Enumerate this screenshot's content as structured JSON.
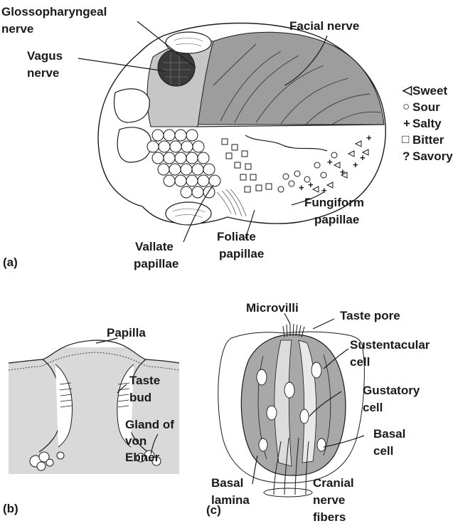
{
  "panels": {
    "a": "(a)",
    "b": "(b)",
    "c": "(c)"
  },
  "tongue_labels": {
    "glossopharyngeal": [
      "Glossopharyngeal",
      "nerve"
    ],
    "vagus": [
      "Vagus",
      "nerve"
    ],
    "facial": "Facial nerve",
    "vallate": [
      "Vallate",
      "papillae"
    ],
    "foliate": [
      "Foliate",
      "papillae"
    ],
    "fungiform": [
      "Fungiform",
      "papillae"
    ]
  },
  "legend": [
    {
      "symbol": "triangle",
      "glyph": "◁",
      "label": "Sweet"
    },
    {
      "symbol": "circle",
      "glyph": "○",
      "label": "Sour"
    },
    {
      "symbol": "plus",
      "glyph": "+",
      "label": "Salty"
    },
    {
      "symbol": "square",
      "glyph": "□",
      "label": "Bitter"
    },
    {
      "symbol": "question",
      "glyph": "?",
      "label": "Savory"
    }
  ],
  "papilla_labels": {
    "papilla": "Papilla",
    "taste_bud": [
      "Taste",
      "bud"
    ],
    "gland": [
      "Gland of",
      "von",
      "Ebner"
    ]
  },
  "bud_labels": {
    "microvilli": "Microvilli",
    "taste_pore": "Taste pore",
    "sustentacular": [
      "Sustentacular",
      "cell"
    ],
    "gustatory": [
      "Gustatory",
      "cell"
    ],
    "basal_cell": [
      "Basal",
      "cell"
    ],
    "basal_lamina": [
      "Basal",
      "lamina"
    ],
    "cranial": [
      "Cranial",
      "nerve",
      "fibers"
    ]
  },
  "colors": {
    "facial_region": "#9d9d9d",
    "glosso_region": "#c6c6c6",
    "papilla_bg": "#d9d9d9",
    "bud_dark": "#a8a8a8",
    "bud_light": "#dcdcdc"
  }
}
